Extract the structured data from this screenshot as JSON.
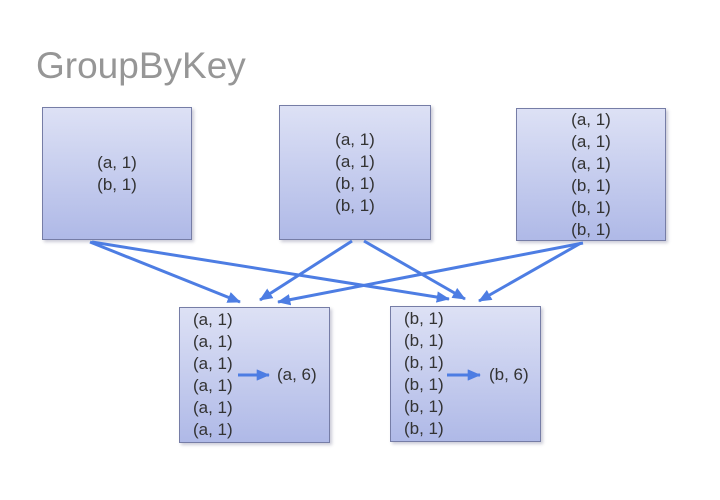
{
  "title": "GroupByKey",
  "colors": {
    "arrow": "#4d7de3",
    "box_top": "#dde1f5",
    "box_bottom": "#afb9e7",
    "box_border": "#767da6",
    "title_gray": "#969696",
    "text": "#333333"
  },
  "boxes": {
    "top_left": {
      "pairs": [
        "(a, 1)",
        "(b, 1)"
      ]
    },
    "top_middle": {
      "pairs": [
        "(a, 1)",
        "(a, 1)",
        "(b, 1)",
        "(b, 1)"
      ]
    },
    "top_right": {
      "pairs": [
        "(a, 1)",
        "(a, 1)",
        "(a, 1)",
        "(b, 1)",
        "(b, 1)",
        "(b, 1)"
      ]
    },
    "bottom_left": {
      "pairs": [
        "(a, 1)",
        "(a, 1)",
        "(a, 1)",
        "(a, 1)",
        "(a, 1)",
        "(a, 1)"
      ],
      "result": "(a, 6)"
    },
    "bottom_right": {
      "pairs": [
        "(b, 1)",
        "(b, 1)",
        "(b, 1)",
        "(b, 1)",
        "(b, 1)",
        "(b, 1)"
      ],
      "result": "(b, 6)"
    }
  }
}
